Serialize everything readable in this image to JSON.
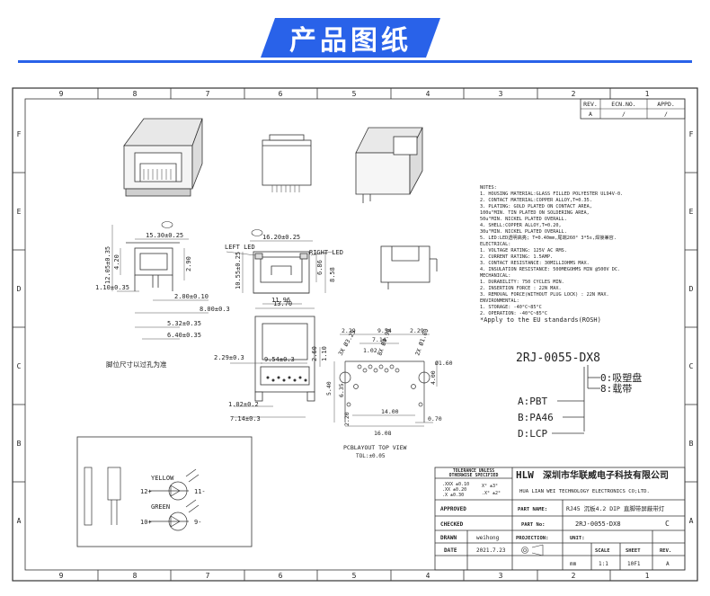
{
  "banner": {
    "title": "产品图纸"
  },
  "frame": {
    "columns": [
      "9",
      "8",
      "7",
      "6",
      "5",
      "4",
      "3",
      "2",
      "1"
    ],
    "rows": [
      "F",
      "E",
      "D",
      "C",
      "B",
      "A"
    ]
  },
  "rev_table": {
    "headers": [
      "REV.",
      "ECN.NO.",
      "APPD."
    ],
    "row": [
      "A",
      "/",
      "/"
    ]
  },
  "notes": [
    "NOTES:",
    "1. HOUSING MATERIAL:GLASS FILLED POLYESTER UL94V-0.",
    "2. CONTACT MATERIAL:COPPER ALLOY,T=0.35.",
    "3. PLATING:  GOLD PLATED ON CONTACT AREA,",
    "   100u\"MIN. TIN PLATED ON SOLDERING AREA,",
    "   50u\"MIN. NICKEL PLATED OVERALL.",
    "4. SHELL:COPPER ALLOY,T=0.20,",
    "   30u\"MIN. NICKEL PLATED OVERALL.",
    "5. LED:LED透明高亮; T=0.40mm,尾端260° 3*5s,焊接兼容.",
    "ELECTRICAL:",
    "1. VOLTAGE RATING: 125V AC RMS.",
    "2. CURRENT RATING: 1.5AMP.",
    "3. CONTACT RESISTANCE: 30MILLIOHMS MAX.",
    "4. INSULATION RESISTANCE: 500MEGOHMS MIN @500V DC.",
    "MECHANICAL:",
    "1. DURABILITY: 750 CYCLES MIN.",
    "2. INSERTION FORCE : 22N MAX.",
    "3. REMOVAL FORCE(WITHOUT PLUG LOCK) : 22N MAX.",
    "ENVIRONMENTAL:",
    "1. STORAGE: -40°C~85°C",
    "2. OPERATION: -40°C~85°C",
    "*Apply to the EU standards(ROSH)"
  ],
  "part_code": {
    "code": "2RJ-0055-DX8",
    "opt0": "0:吸塑盘",
    "opt8": "8:载带",
    "matA": "A:PBT",
    "matB": "B:PA46",
    "matD": "D:LCP"
  },
  "views": {
    "left_led": "LEFT LED",
    "right_led": "RIGHT LED",
    "pcb_title": "PCBLAYOUT TOP VIEW",
    "pcb_tol": "TOL:±0.05",
    "hole_note": "脚位尺寸以过孔为准",
    "yellow": "YELLOW",
    "green": "GREEN",
    "pin12": "12+",
    "pin11": "11-",
    "pin10": "10+",
    "pin9": "9-"
  },
  "dims": {
    "d1530": "15.30±0.25",
    "d1620": "16.20±0.25",
    "d1195": "11.96",
    "d420": "4.20",
    "d1205": "12.05±0.35",
    "d290": "2.90",
    "d1055": "10.55±0.25",
    "d686": "6.86",
    "d858": "8.58",
    "d110": "1.10±0.35",
    "d200": "2.00±0.10",
    "d800": "8.00±0.3",
    "d532": "5.32±0.35",
    "d640": "6.40±0.35",
    "d1370": "13.70",
    "d229a": "2.29±0.3",
    "d954a": "9.54±0.3",
    "d260": "2.60",
    "d110b": "1.10",
    "d102": "1.02±0.2",
    "d714a": "7.14±0.3",
    "d229b": "2.29",
    "d954b": "9.54",
    "d229c": "2.29",
    "d714b": "7.14",
    "d102b": "1.02",
    "d3x": "3X",
    "d325": "Ø3.25",
    "d8x": "8X",
    "d090": "Ø0.90",
    "d2x": "2X",
    "d100": "Ø1.00",
    "d540": "5.40",
    "d635": "6.35",
    "d400": "4.00",
    "d220": "2.20",
    "d1400": "14.00",
    "d070": "0.70",
    "d1608": "16.08",
    "d1600": "Ø1.60"
  },
  "title_block": {
    "tol_title1": "TOLERANCE UNLESS",
    "tol_title2": "OTHERWISE SPECIFIED",
    "tol1": ".XXX ±0.10",
    "tol2": ".XX  ±0.20",
    "tol3": ".X   ±0.30",
    "ang1": "X°  ±3°",
    "ang2": ".X°  ±2°",
    "logo": "HLW",
    "company_cn": "深圳市华联威电子科技有限公司",
    "company_en": "HUA LIAN WEI TECHNOLOGY ELECTRONICS CO;LTD.",
    "approved": "APPROVED",
    "checked": "CHECKED",
    "drawn": "DRAWN",
    "drawn_by": "weihong",
    "date_label": "DATE",
    "date": "2021.7.23",
    "part_name_label": "PART NAME:",
    "part_name": "RJ45 沉板4.2 DIP 直脚带屏蔽带灯",
    "part_no_label": "PART No:",
    "part_no": "2RJ-0055-DX8",
    "size": "C",
    "projection": "PROJECTION:",
    "unit_label": "UNIT:",
    "unit": "mm",
    "scale_label": "SCALE",
    "scale": "1:1",
    "sheet_label": "SHEET",
    "sheet": "10F1",
    "rev_label": "REV.",
    "rev": "A"
  }
}
